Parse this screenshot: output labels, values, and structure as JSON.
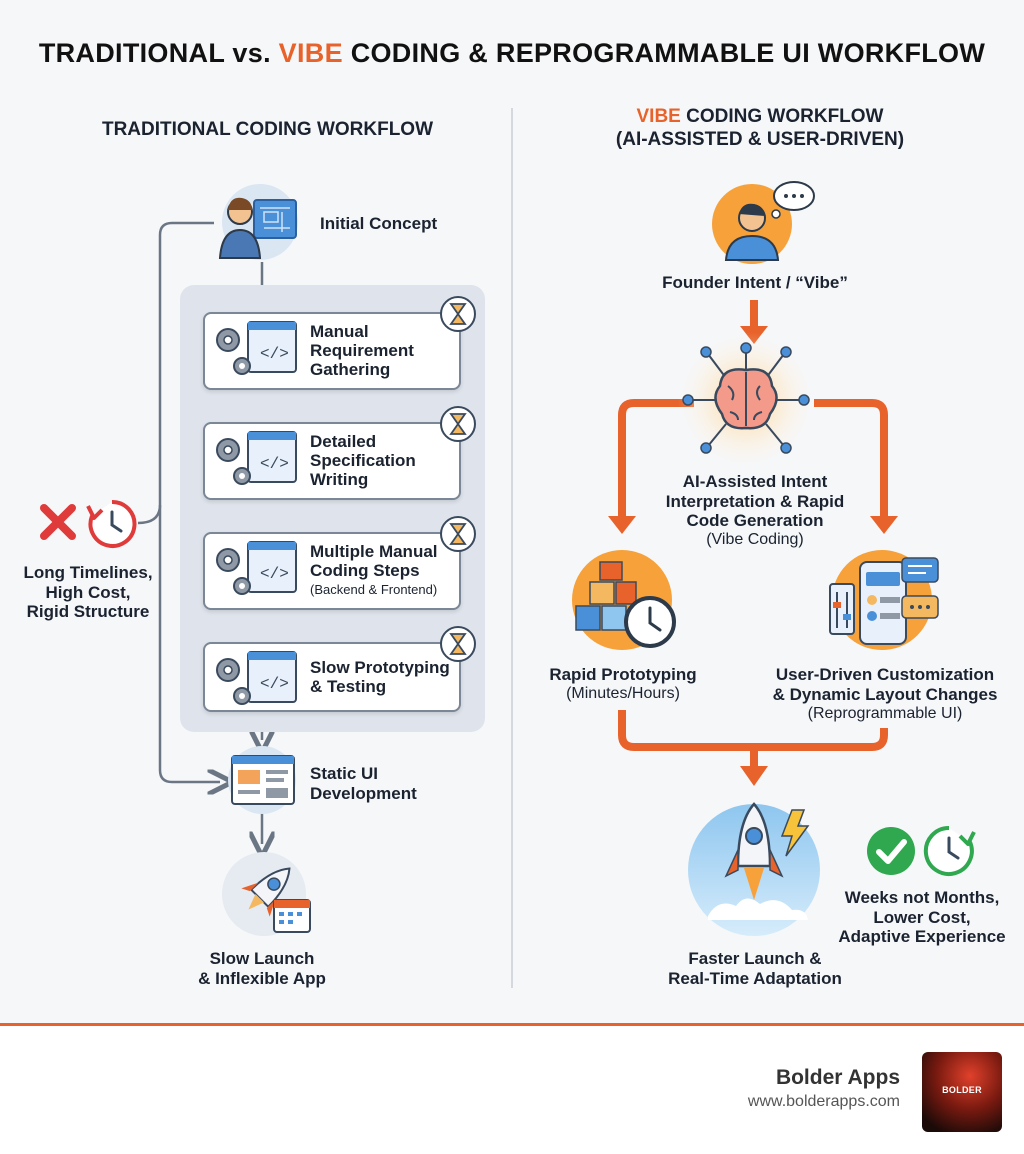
{
  "title": {
    "pre": "TRADITIONAL vs. ",
    "hl": "VIBE",
    "post": " CODING & REPROGRAMMABLE UI WORKFLOW"
  },
  "left": {
    "heading": "TRADITIONAL CODING WORKFLOW",
    "concept": "Initial Concept",
    "steps": [
      {
        "lines": [
          "Manual",
          "Requirement",
          "Gathering"
        ],
        "note": ""
      },
      {
        "lines": [
          "Detailed",
          "Specification",
          "Writing"
        ],
        "note": ""
      },
      {
        "lines": [
          "Multiple Manual",
          "Coding Steps"
        ],
        "note": "(Backend & Frontend)"
      },
      {
        "lines": [
          "Slow Prototyping",
          "& Testing"
        ],
        "note": ""
      }
    ],
    "static_ui": [
      "Static UI",
      "Development"
    ],
    "launch": [
      "Slow Launch",
      "& Inflexible App"
    ],
    "drawbacks": [
      "Long Timelines,",
      "High Cost,",
      "Rigid Structure"
    ]
  },
  "right": {
    "heading_hl": "VIBE",
    "heading_rest": " CODING WORKFLOW",
    "heading_line2": "(AI-ASSISTED & USER-DRIVEN)",
    "intent": "Founder Intent / “Vibe”",
    "ai": [
      "AI-Assisted Intent",
      "Interpretation & Rapid",
      "Code Generation"
    ],
    "ai_note": "(Vibe Coding)",
    "proto": "Rapid Prototyping",
    "proto_note": "(Minutes/Hours)",
    "custom": [
      "User-Driven Customization",
      "& Dynamic Layout Changes"
    ],
    "custom_note": "(Reprogrammable UI)",
    "launch": [
      "Faster Launch &",
      "Real-Time Adaptation"
    ],
    "benefits": [
      "Weeks not Months,",
      "Lower Cost,",
      "Adaptive Experience"
    ]
  },
  "footer": {
    "brand": "Bolder Apps",
    "url": "www.bolderapps.com",
    "logo_text": "BOLDER"
  },
  "colors": {
    "accent": "#e8632b",
    "ok": "#2fa84f",
    "bad": "#e03b3b"
  }
}
